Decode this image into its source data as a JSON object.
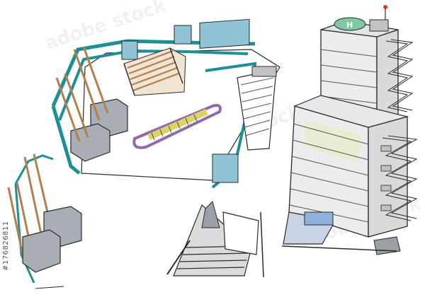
{
  "image_id_text": "#176826811",
  "watermark_text": "adobe stock",
  "helipad_letter": "H",
  "colors": {
    "teal": "#1e8f96",
    "glass": "#8ec4d6",
    "wood": "#b08050",
    "box": "#a8aeb4",
    "escalator_rail": "#8e6aa8",
    "escalator_steps": "#d9d36a",
    "helipad": "#7fc8a4",
    "tower_wall": "#ececec",
    "line": "#2a2a2a"
  }
}
